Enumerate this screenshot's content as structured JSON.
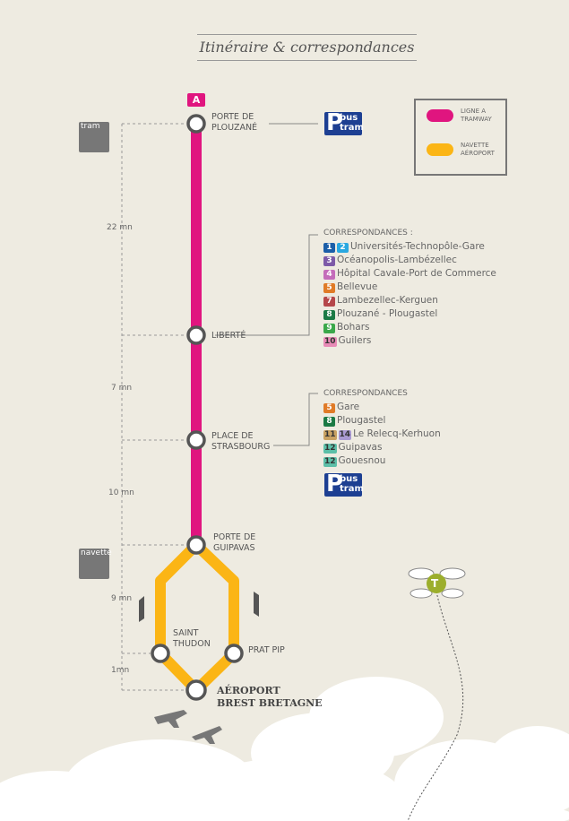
{
  "title": "Itinéraire & correspondances",
  "line_badge": "A",
  "legend": [
    {
      "label1": "LIGNE A",
      "label2": "TRAMWAY",
      "color": "#e0157f"
    },
    {
      "label1": "NAVETTE",
      "label2": "AÉROPORT",
      "color": "#fbb515"
    }
  ],
  "stations": {
    "plouzane": [
      "PORTE DE",
      "PLOUZANÉ"
    ],
    "liberte": [
      "LIBERTÉ"
    ],
    "strasbourg": [
      "PLACE DE",
      "STRASBOURG"
    ],
    "guipavas": [
      "PORTE DE",
      "GUIPAVAS"
    ],
    "thudon": [
      "SAINT",
      "THUDON"
    ],
    "pratpip": [
      "PRAT PIP"
    ],
    "aeroport": [
      "AÉROPORT",
      "BREST BRETAGNE"
    ]
  },
  "times": [
    "22 mn",
    "7 mn",
    "10 mn",
    "9 mn",
    "1mn"
  ],
  "icons": {
    "tram": "tram",
    "navette": "navette"
  },
  "pbus": {
    "p": "P",
    "bus": "bus",
    "tram": "tram"
  },
  "corr1": {
    "header": "CORRESPONDANCES :",
    "items": [
      {
        "badges": [
          {
            "n": "1",
            "c": "#1b5ea8"
          },
          {
            "n": "2",
            "c": "#2aa8e0"
          }
        ],
        "name": "Universités-Technopôle-Gare"
      },
      {
        "badges": [
          {
            "n": "3",
            "c": "#7d5aa8"
          }
        ],
        "name": "Océanopolis-Lambézellec"
      },
      {
        "badges": [
          {
            "n": "4",
            "c": "#c46cba"
          }
        ],
        "name": "Hôpital Cavale-Port de Commerce"
      },
      {
        "badges": [
          {
            "n": "5",
            "c": "#e07b28"
          }
        ],
        "name": "Bellevue"
      },
      {
        "badges": [
          {
            "n": "7",
            "c": "#b5474b"
          }
        ],
        "name": "Lambezellec-Kerguen"
      },
      {
        "badges": [
          {
            "n": "8",
            "c": "#1b7a45"
          }
        ],
        "name": "Plouzané - Plougastel"
      },
      {
        "badges": [
          {
            "n": "9",
            "c": "#3aa84a"
          }
        ],
        "name": "Bohars"
      },
      {
        "badges": [
          {
            "n": "10",
            "c": "#e88ab6"
          }
        ],
        "name": "Guilers"
      }
    ]
  },
  "corr2": {
    "header": "CORRESPONDANCES",
    "items": [
      {
        "badges": [
          {
            "n": "5",
            "c": "#e07b28"
          }
        ],
        "name": "Gare"
      },
      {
        "badges": [
          {
            "n": "8",
            "c": "#1b7a45"
          }
        ],
        "name": "Plougastel"
      },
      {
        "badges": [
          {
            "n": "11",
            "c": "#c9a262"
          },
          {
            "n": "14",
            "c": "#a99ad2"
          }
        ],
        "name": "Le Relecq-Kerhuon"
      },
      {
        "badges": [
          {
            "n": "12",
            "c": "#5cbfa8"
          }
        ],
        "name": "Guipavas"
      },
      {
        "badges": [
          {
            "n": "12",
            "c": "#5cbfa8"
          }
        ],
        "name": "Gouesnou"
      }
    ]
  },
  "flower_letter": "T"
}
